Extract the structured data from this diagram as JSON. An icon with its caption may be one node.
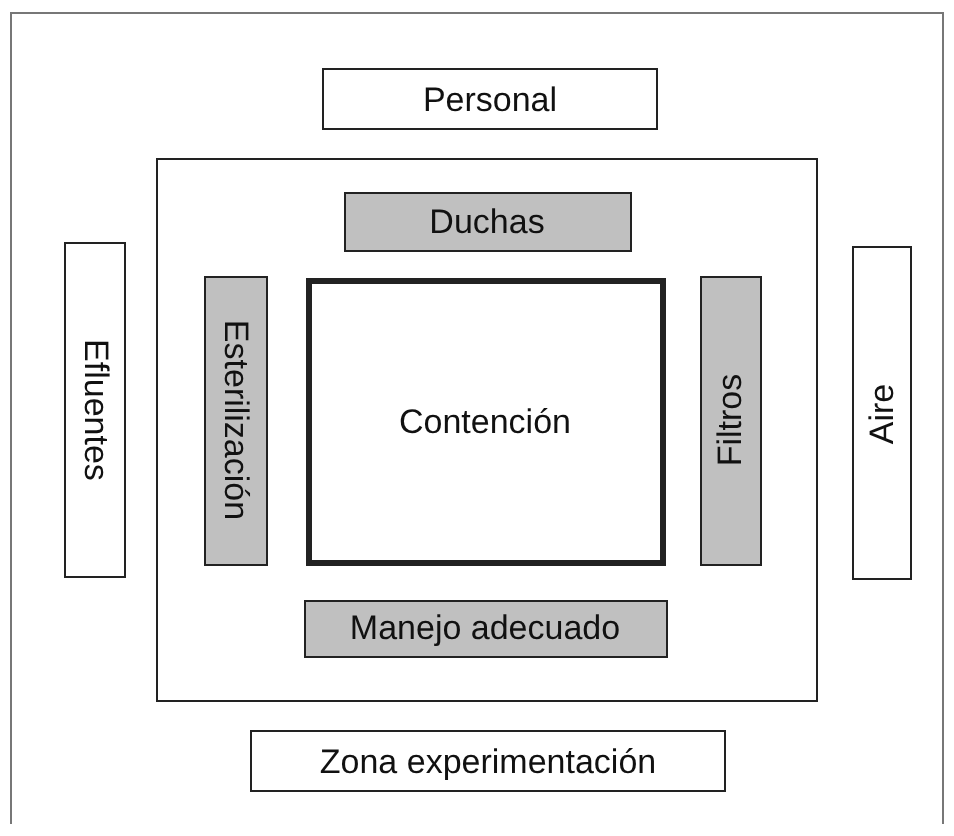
{
  "diagram": {
    "nodes": [
      {
        "text": [
          "Personal"
        ]
      },
      {
        "text": [
          "Efluentes"
        ]
      },
      {
        "text": [],
        "shape": "box"
      },
      {
        "text": [
          "Duchas"
        ],
        "in": 2
      },
      {
        "text": [
          "Esterilización"
        ],
        "in": 2
      },
      {
        "text": [
          "Contención"
        ],
        "in": 2
      },
      {
        "text": [
          "Filtros"
        ],
        "in": 2
      },
      {
        "text": [
          "Manejo adecuado"
        ],
        "in": 2
      },
      {
        "text": [
          "Aire"
        ]
      },
      {
        "text": [
          "Zona experimentación"
        ]
      }
    ]
  }
}
